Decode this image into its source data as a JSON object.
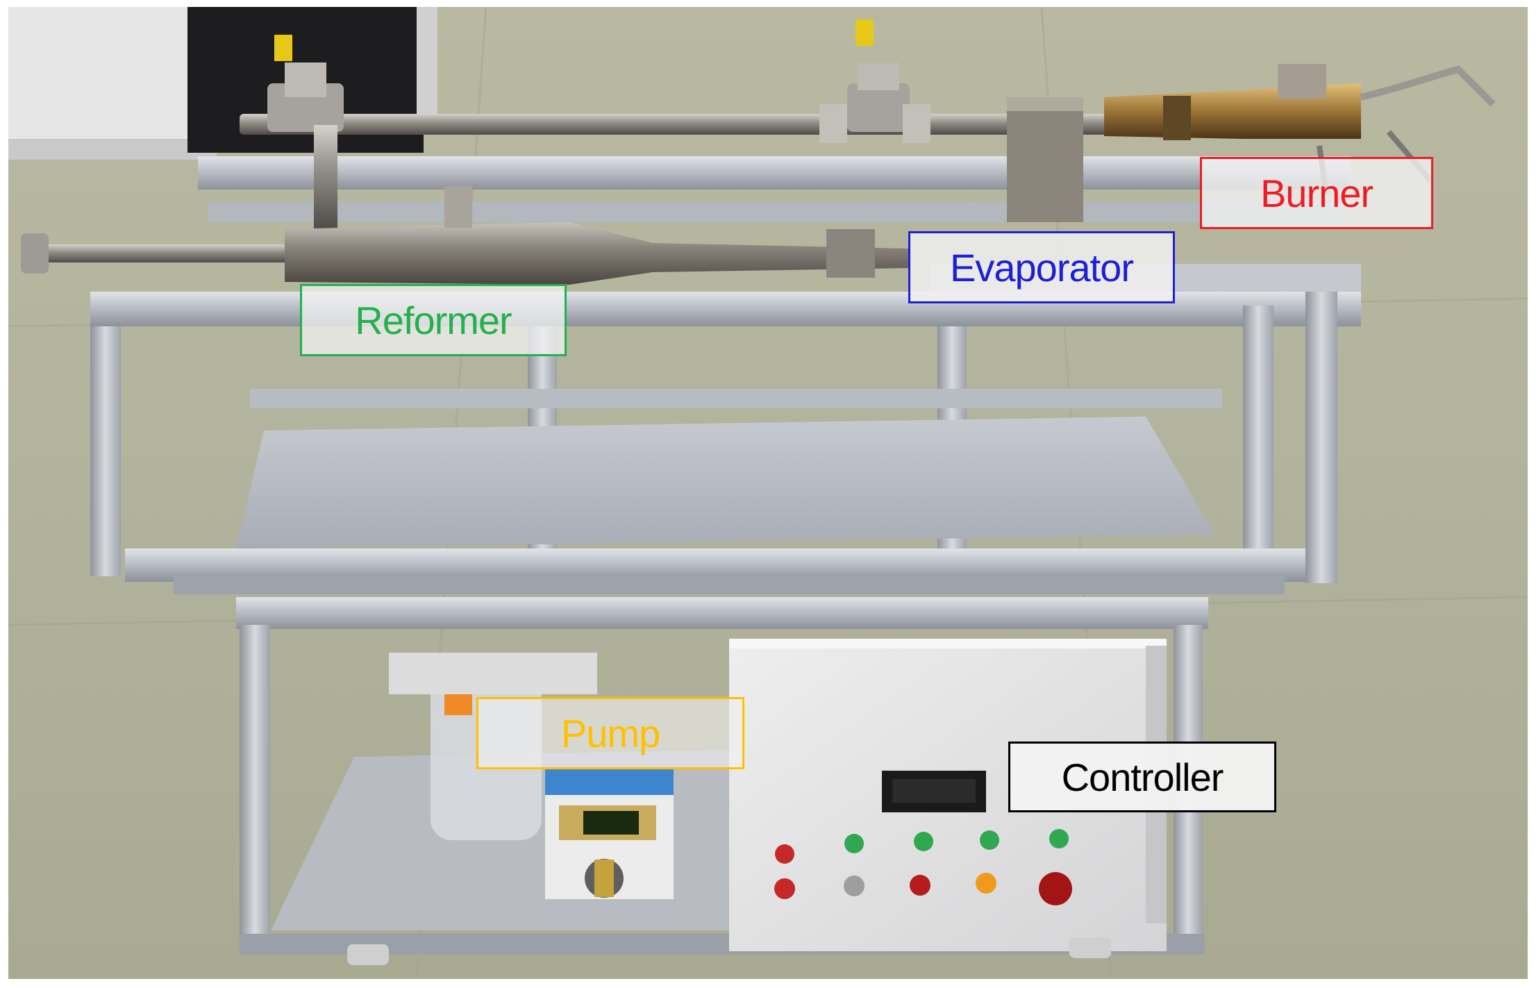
{
  "labels": {
    "burner": "Burner",
    "evaporator": "Evaporator",
    "reformer": "Reformer",
    "pump": "Pump",
    "controller": "Controller"
  },
  "colors": {
    "burner": "#ee1c24",
    "evaporator": "#1f1fd6",
    "reformer": "#22b14c",
    "pump": "#ffc000",
    "controller": "#000000"
  }
}
